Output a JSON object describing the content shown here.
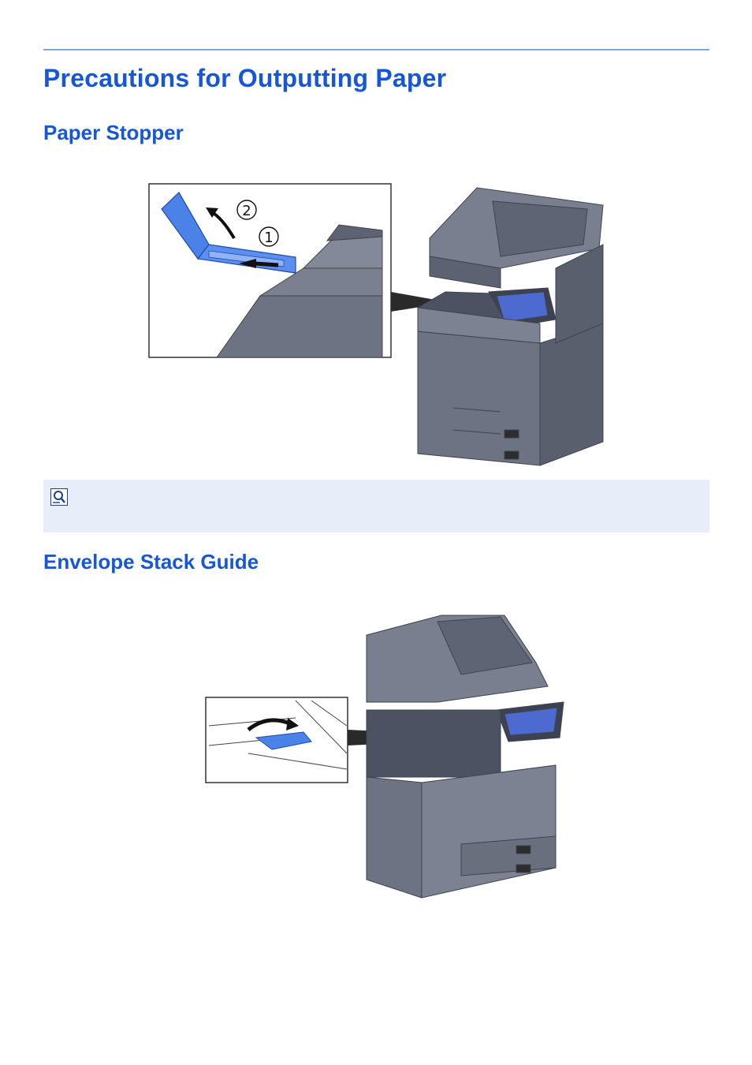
{
  "page": {
    "title": "Precautions for Outputting Paper",
    "sections": [
      {
        "heading": "Paper Stopper"
      },
      {
        "heading": "Envelope Stack Guide"
      }
    ]
  },
  "figure1": {
    "step_labels": [
      "②",
      "①"
    ]
  },
  "note": {
    "icon": "note-magnifier-icon"
  },
  "colors": {
    "heading": "#1656d8",
    "rule": "#7ea6e0",
    "note_bg": "#e8edfa",
    "machine": "#6e7384",
    "part_highlight": "#4a82e8"
  }
}
